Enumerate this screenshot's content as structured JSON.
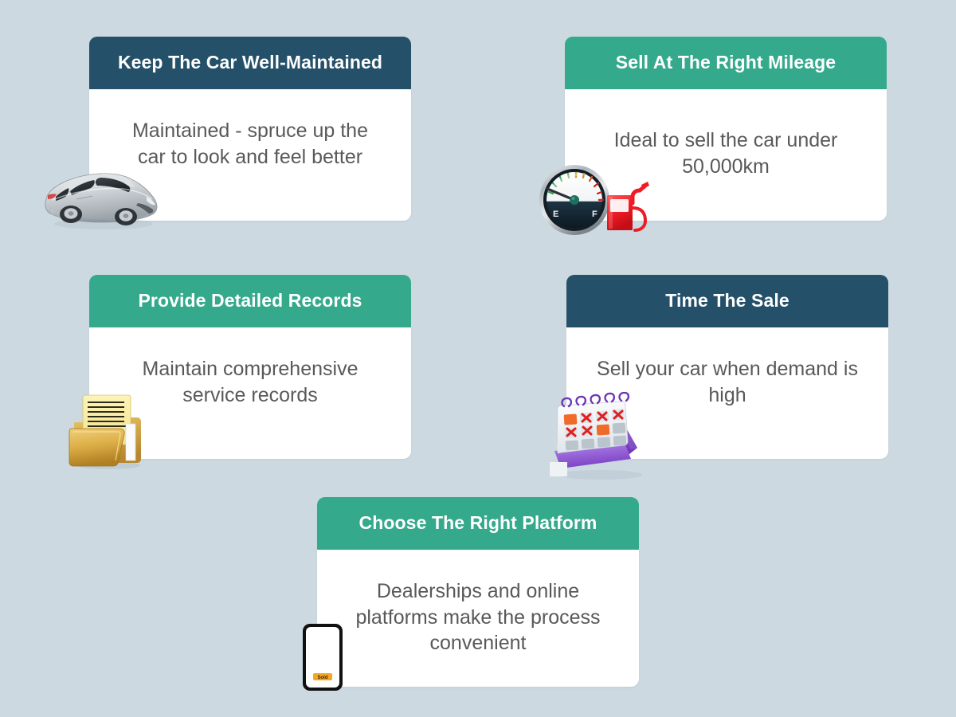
{
  "page": {
    "background_color": "#ccd9e0",
    "layout": "five-card infographic grid (2 + 2 + 1 centered)"
  },
  "theme": {
    "header_navy": "#255069",
    "header_green": "#35a98b",
    "card_body_bg": "#ffffff",
    "title_color": "#ffffff",
    "body_text_color": "#595959"
  },
  "cards": [
    {
      "title": "Keep The Car Well-Maintained",
      "description": "Maintained - spruce up the car to look and feel better",
      "header_color": "#255069",
      "icon": "car-icon"
    },
    {
      "title": "Sell At The Right Mileage",
      "description": "Ideal to sell the car under 50,000km",
      "header_color": "#35a98b",
      "icon": "fuel-gauge-icon"
    },
    {
      "title": "Provide Detailed Records",
      "description": "Maintain comprehensive service records",
      "header_color": "#35a98b",
      "icon": "folder-documents-icon"
    },
    {
      "title": "Time The Sale",
      "description": "Sell your car when demand is high",
      "header_color": "#255069",
      "icon": "desk-calendar-icon"
    },
    {
      "title": "Choose The Right Platform",
      "description": "Dealerships and online platforms make the process convenient",
      "header_color": "#35a98b",
      "icon": "smartphone-icon"
    }
  ],
  "icons": {
    "fuel_gauge": {
      "empty_label": "E",
      "full_label": "F"
    },
    "smartphone": {
      "button_label": "Sold",
      "button_color": "#f5a623"
    }
  }
}
